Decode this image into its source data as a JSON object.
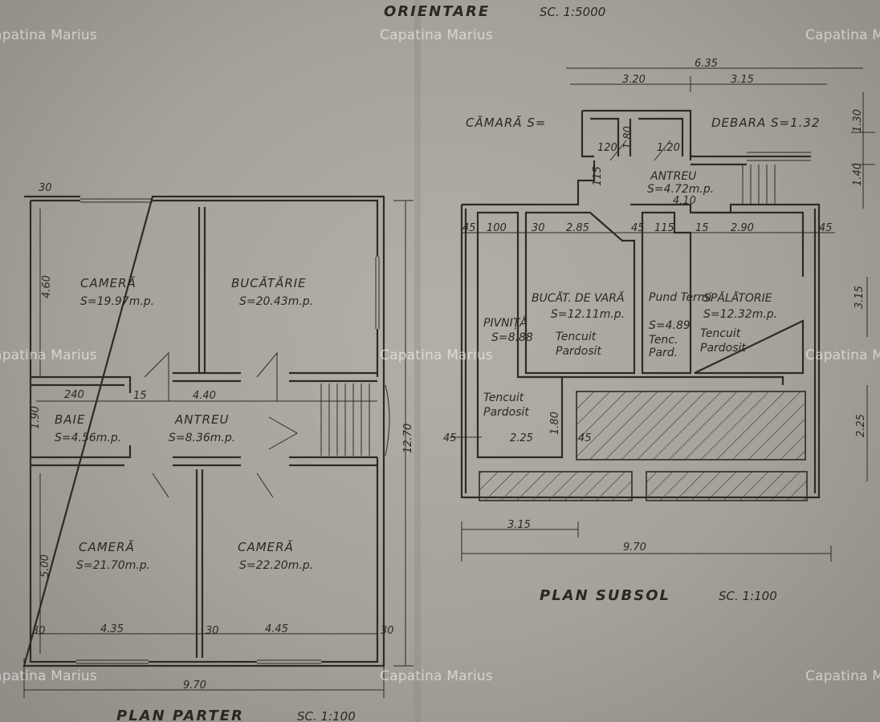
{
  "orientation": {
    "title": "ORIENTARE",
    "scale": "SC. 1:5000"
  },
  "watermark": {
    "text": "Capatina Marius"
  },
  "ground_floor": {
    "title": "PLAN PARTER",
    "scale": "SC. 1:100",
    "rooms": [
      {
        "name": "CAMERĂ",
        "area": "S=19.97m.p."
      },
      {
        "name": "BUCĂTĂRIE",
        "area": "S=20.43m.p."
      },
      {
        "name": "BAIE",
        "area": "S=4.56m.p."
      },
      {
        "name": "ANTREU",
        "area": "S=8.36m.p."
      },
      {
        "name": "CAMERĂ",
        "area": "S=21.70m.p."
      },
      {
        "name": "CAMERĂ",
        "area": "S=22.20m.p."
      }
    ],
    "dimensions": [
      "30",
      "4.60",
      "240",
      "15",
      "4.40",
      "1.90",
      "5.00",
      "30",
      "4.35",
      "30",
      "4.45",
      "30",
      "9.70",
      "12.70"
    ]
  },
  "basement": {
    "title": "PLAN SUBSOL",
    "scale": "SC. 1:100",
    "labels": {
      "pantry": "CĂMARĂ S=",
      "storage": "DEBARA S=1.32",
      "hall": "ANTREU",
      "hall_area": "S=4.72m.p.",
      "summer_kitchen": "BUCĂT. DE VARĂ",
      "summer_kitchen_area": "S=12.11m.p.",
      "cellar": "PIVNIȚĂ",
      "cellar_area": "S=8.88",
      "laundry": "SPĂLĂTORIE",
      "laundry_area": "S=12.32m.p.",
      "heating": "Pund Termi",
      "heating_area": "S=4.89",
      "finish1": "Tencuit",
      "finish2": "Pardosit",
      "finish3": "Tenc.",
      "finish4": "Pard."
    },
    "dimensions": [
      "6.35",
      "3.20",
      "3.15",
      "1.30",
      "1.40",
      "120",
      "1.80",
      "1.20",
      "115",
      "45",
      "100",
      "30",
      "2.85",
      "45",
      "115",
      "15",
      "2.90",
      "45",
      "4.10",
      "3.15",
      "1.80",
      "2.25",
      "45",
      "2.25",
      "45",
      "3.15",
      "9.70"
    ]
  }
}
